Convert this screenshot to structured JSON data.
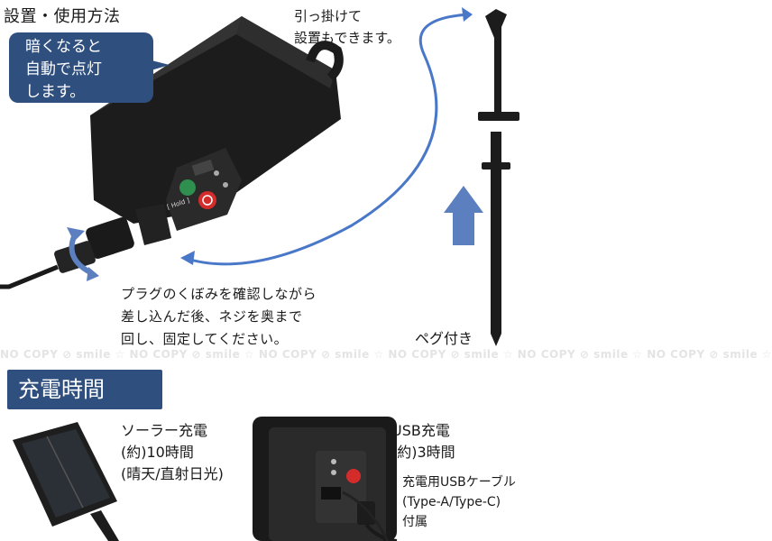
{
  "header": {
    "title": "設置・使用方法"
  },
  "bubble": {
    "lines": [
      "暗くなると",
      "自動で点灯",
      "します。"
    ]
  },
  "hang_note": {
    "lines": [
      "引っ掛けて",
      "設置もできます。"
    ]
  },
  "peg_note": "ペグ付き",
  "instruction": {
    "lines": [
      "プラグのくぼみを確認しながら",
      "差し込んだ後、ネジを奥まで",
      "回し、固定してください。"
    ]
  },
  "watermark": "NO COPY ⊘ smile ☆ NO COPY ⊘ smile ☆ NO COPY ⊘ smile ☆ NO COPY ⊘ smile ☆ NO COPY ⊘ smile ☆ NO COPY ⊘ smile ☆",
  "section": {
    "title": "充電時間"
  },
  "solar": {
    "lines": [
      "ソーラー充電",
      "(約)10時間",
      "(晴天/直射日光)"
    ]
  },
  "usb": {
    "lines": [
      "USB充電",
      "(約)3時間"
    ]
  },
  "cable": {
    "lines": [
      "充電用USBケーブル",
      "(Type-A/Type-C)",
      "付属"
    ]
  },
  "device": {
    "label": "[ Hold ]"
  },
  "colors": {
    "accent": "#2f4f7f",
    "arrow": "#5b7fbf",
    "curve": "#4a78c8",
    "button_red": "#d42b2b",
    "button_green": "#2f8f4f"
  }
}
